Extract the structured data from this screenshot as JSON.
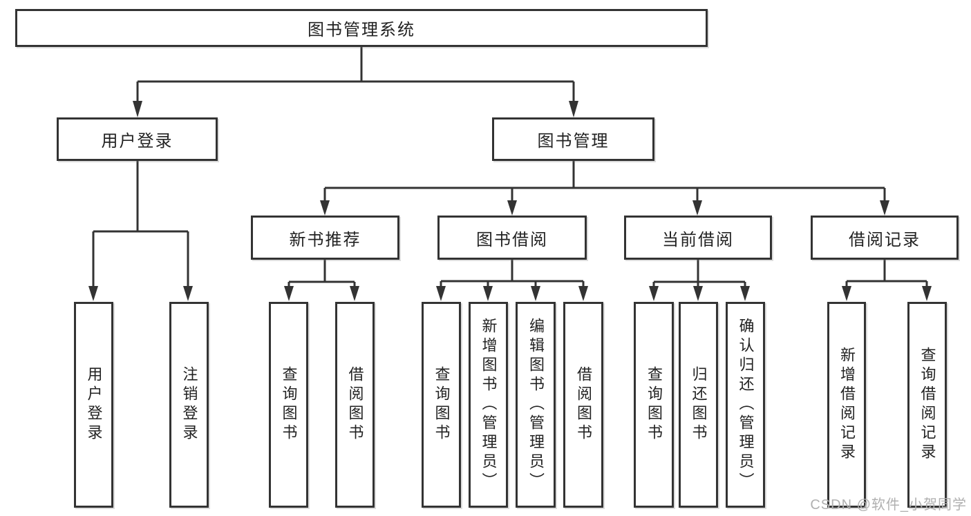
{
  "diagram": {
    "root": {
      "label": "图书管理系统"
    },
    "branches": [
      {
        "label": "用户登录",
        "children": [
          {
            "label": "用户登录"
          },
          {
            "label": "注销登录"
          }
        ]
      },
      {
        "label": "图书管理",
        "children": [
          {
            "label": "新书推荐",
            "children": [
              {
                "label": "查询图书"
              },
              {
                "label": "借阅图书"
              }
            ]
          },
          {
            "label": "图书借阅",
            "children": [
              {
                "label": "查询图书"
              },
              {
                "label": "新增图书（管理员）"
              },
              {
                "label": "编辑图书（管理员）"
              },
              {
                "label": "借阅图书"
              }
            ]
          },
          {
            "label": "当前借阅",
            "children": [
              {
                "label": "查询图书"
              },
              {
                "label": "归还图书"
              },
              {
                "label": "确认归还（管理员）"
              }
            ]
          },
          {
            "label": "借阅记录",
            "children": [
              {
                "label": "新增借阅记录"
              },
              {
                "label": "查询借阅记录"
              }
            ]
          }
        ]
      }
    ]
  },
  "watermark": {
    "text": "CSDN @软件_小贺同学"
  },
  "colors": {
    "line": "#333333",
    "text": "#222222",
    "box_background": "#ffffff",
    "watermark": "#b0b0b0"
  }
}
